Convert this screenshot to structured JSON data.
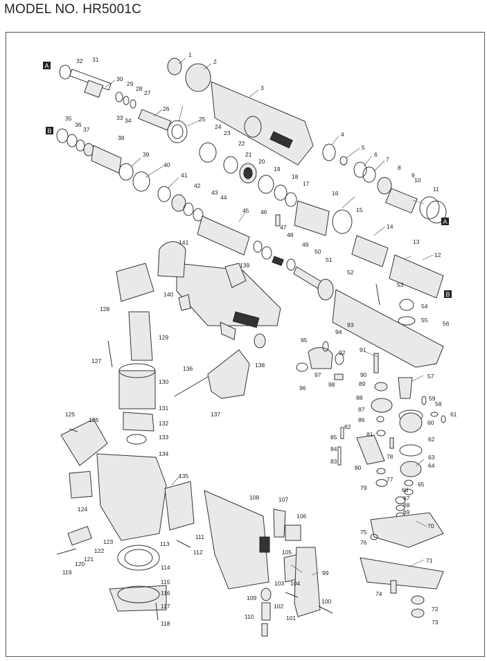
{
  "header": {
    "title": "MODEL NO. HR5001C"
  },
  "markers": [
    "A",
    "B"
  ],
  "parts": [
    "1",
    "2",
    "3",
    "4",
    "5",
    "6",
    "7",
    "8",
    "9",
    "10",
    "11",
    "12",
    "13",
    "14",
    "15",
    "16",
    "17",
    "18",
    "19",
    "20",
    "21",
    "22",
    "23",
    "24",
    "25",
    "26",
    "27",
    "28",
    "29",
    "30",
    "31",
    "32",
    "33",
    "34",
    "35",
    "36",
    "37",
    "38",
    "39",
    "40",
    "41",
    "42",
    "43",
    "44",
    "45",
    "46",
    "47",
    "48",
    "49",
    "50",
    "51",
    "52",
    "53",
    "54",
    "55",
    "56",
    "57",
    "58",
    "59",
    "60",
    "61",
    "62",
    "63",
    "64",
    "65",
    "66",
    "67",
    "68",
    "69",
    "70",
    "71",
    "72",
    "73",
    "74",
    "75",
    "76",
    "77",
    "78",
    "79",
    "80",
    "81",
    "82",
    "83",
    "84",
    "85",
    "86",
    "87",
    "88",
    "89",
    "90",
    "91",
    "92",
    "93",
    "94",
    "95",
    "96",
    "97",
    "98",
    "99",
    "100",
    "101",
    "102",
    "103",
    "104",
    "105",
    "106",
    "107",
    "108",
    "109",
    "110",
    "111",
    "112",
    "113",
    "114",
    "115",
    "116",
    "117",
    "118",
    "119",
    "120",
    "121",
    "122",
    "123",
    "124",
    "125",
    "126",
    "127",
    "128",
    "129",
    "130",
    "131",
    "132",
    "133",
    "134",
    "135",
    "136",
    "137",
    "138",
    "139",
    "140",
    "141"
  ]
}
